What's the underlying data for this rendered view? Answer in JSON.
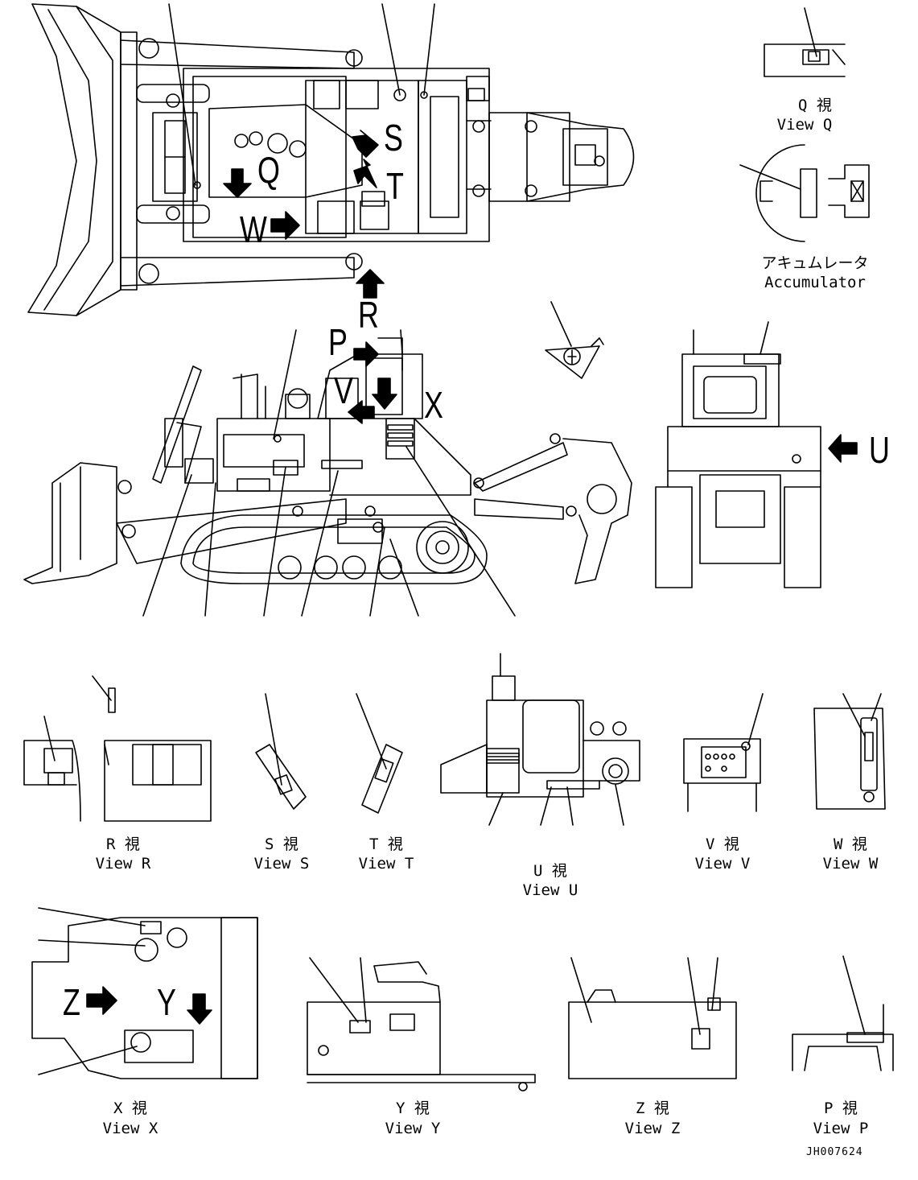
{
  "view_letters": {
    "S": "S",
    "T": "T",
    "Q": "Q",
    "W": "W",
    "R": "R",
    "P": "P",
    "V": "V",
    "X": "X",
    "U": "U",
    "Z": "Z",
    "Y": "Y"
  },
  "captions": [
    {
      "id": "q",
      "jp": "Q 視",
      "en": "View Q"
    },
    {
      "id": "r",
      "jp": "R 視",
      "en": "View R"
    },
    {
      "id": "s",
      "jp": "S 視",
      "en": "View S"
    },
    {
      "id": "t",
      "jp": "T 視",
      "en": "View T"
    },
    {
      "id": "u",
      "jp": "U 視",
      "en": "View U"
    },
    {
      "id": "v",
      "jp": "V 視",
      "en": "View V"
    },
    {
      "id": "w",
      "jp": "W 視",
      "en": "View W"
    },
    {
      "id": "x",
      "jp": "X 視",
      "en": "View X"
    },
    {
      "id": "y",
      "jp": "Y 視",
      "en": "View Y"
    },
    {
      "id": "z",
      "jp": "Z 視",
      "en": "View Z"
    },
    {
      "id": "p",
      "jp": "P 視",
      "en": "View P"
    }
  ],
  "accumulator": {
    "jp": "アキュムレータ",
    "en": "Accumulator"
  },
  "drawing_code": "JH007624"
}
